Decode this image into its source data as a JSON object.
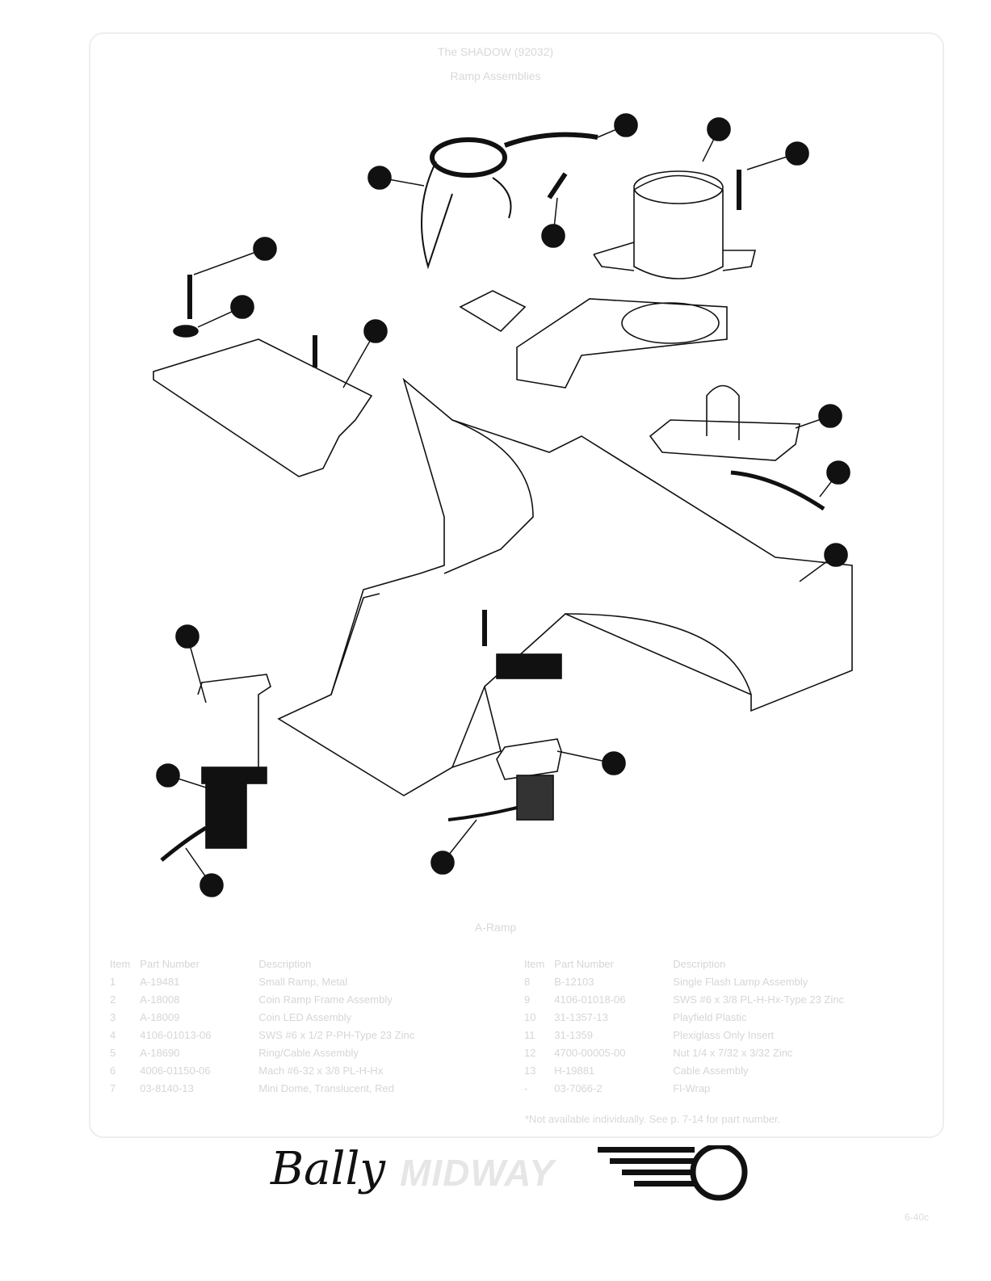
{
  "header": {
    "title": "The SHADOW (92032)",
    "subtitle": "Ramp Assemblies"
  },
  "figure_caption": "A-Ramp",
  "table_left": {
    "headers": [
      "Item",
      "Part Number",
      "Description"
    ],
    "rows": [
      [
        "1",
        "A-19481",
        "Small Ramp, Metal"
      ],
      [
        "2",
        "A-18008",
        "Coin Ramp Frame Assembly"
      ],
      [
        "3",
        "A-18009",
        "Coin LED Assembly"
      ],
      [
        "4",
        "4106-01013-06",
        "SWS #6 x 1/2 P-PH-Type 23 Zinc"
      ],
      [
        "5",
        "A-18690",
        "Ring/Cable Assembly"
      ],
      [
        "6",
        "4006-01150-06",
        "Mach #6-32 x 3/8 PL-H-Hx"
      ],
      [
        "7",
        "03-8140-13",
        "Mini Dome, Translucent, Red"
      ]
    ]
  },
  "table_right": {
    "headers": [
      "Item",
      "Part Number",
      "Description"
    ],
    "rows": [
      [
        "8",
        "B-12103",
        "Single Flash Lamp Assembly"
      ],
      [
        "9",
        "4106-01018-06",
        "SWS #6 x 3/8 PL-H-Hx-Type 23 Zinc"
      ],
      [
        "10",
        "31-1357-13",
        "Playfield Plastic"
      ],
      [
        "11",
        "31-1359",
        "Plexiglass Only Insert"
      ],
      [
        "12",
        "4700-00005-00",
        "Nut 1/4 x 7/32 x 3/32 Zinc"
      ],
      [
        "13",
        "H-19881",
        "Cable Assembly"
      ],
      [
        "-",
        "03-7066-2",
        "Fl-Wrap"
      ]
    ]
  },
  "footnote": "*Not available individually. See p. 7-14 for part number.",
  "logo": {
    "brand1": "Bally",
    "brand2": "MIDWAY"
  },
  "page_number": "6-40c"
}
